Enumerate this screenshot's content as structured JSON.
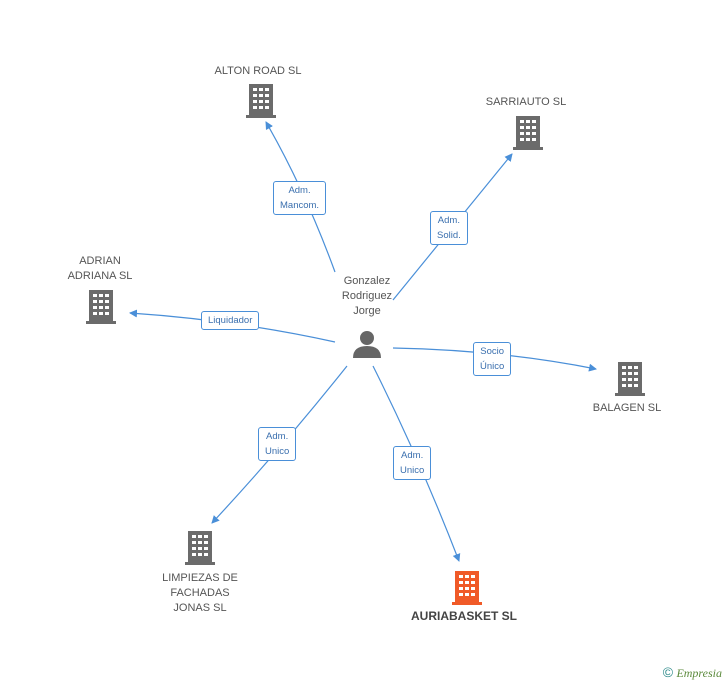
{
  "center": {
    "name": "Gonzalez\nRodriguez\nJorge",
    "icon": "person-icon"
  },
  "companies": [
    {
      "id": "alton-road",
      "name": "ALTON ROAD SL",
      "relation": "Adm.\nMancom.",
      "icon": "building-icon"
    },
    {
      "id": "sarriauto",
      "name": "SARRIAUTO SL",
      "relation": "Adm.\nSolid.",
      "icon": "building-icon"
    },
    {
      "id": "adrian-adriana",
      "name": "ADRIAN\nADRIANA SL",
      "relation": "Liquidador",
      "icon": "building-icon"
    },
    {
      "id": "balagen",
      "name": "BALAGEN SL",
      "relation": "Socio\nÚnico",
      "icon": "building-icon"
    },
    {
      "id": "limpiezas",
      "name": "LIMPIEZAS DE\nFACHADAS\nJONAS SL",
      "relation": "Adm.\nUnico",
      "icon": "building-icon"
    },
    {
      "id": "auriabasket",
      "name": "AURIABASKET SL",
      "relation": "Adm.\nUnico",
      "icon": "building-icon",
      "highlighted": true
    }
  ],
  "colors": {
    "edge": "#4a8fd8",
    "building": "#6b6b6b",
    "highlight": "#f05a28",
    "person": "#666666"
  },
  "footer": {
    "symbol": "©",
    "brand": "Empresia"
  }
}
